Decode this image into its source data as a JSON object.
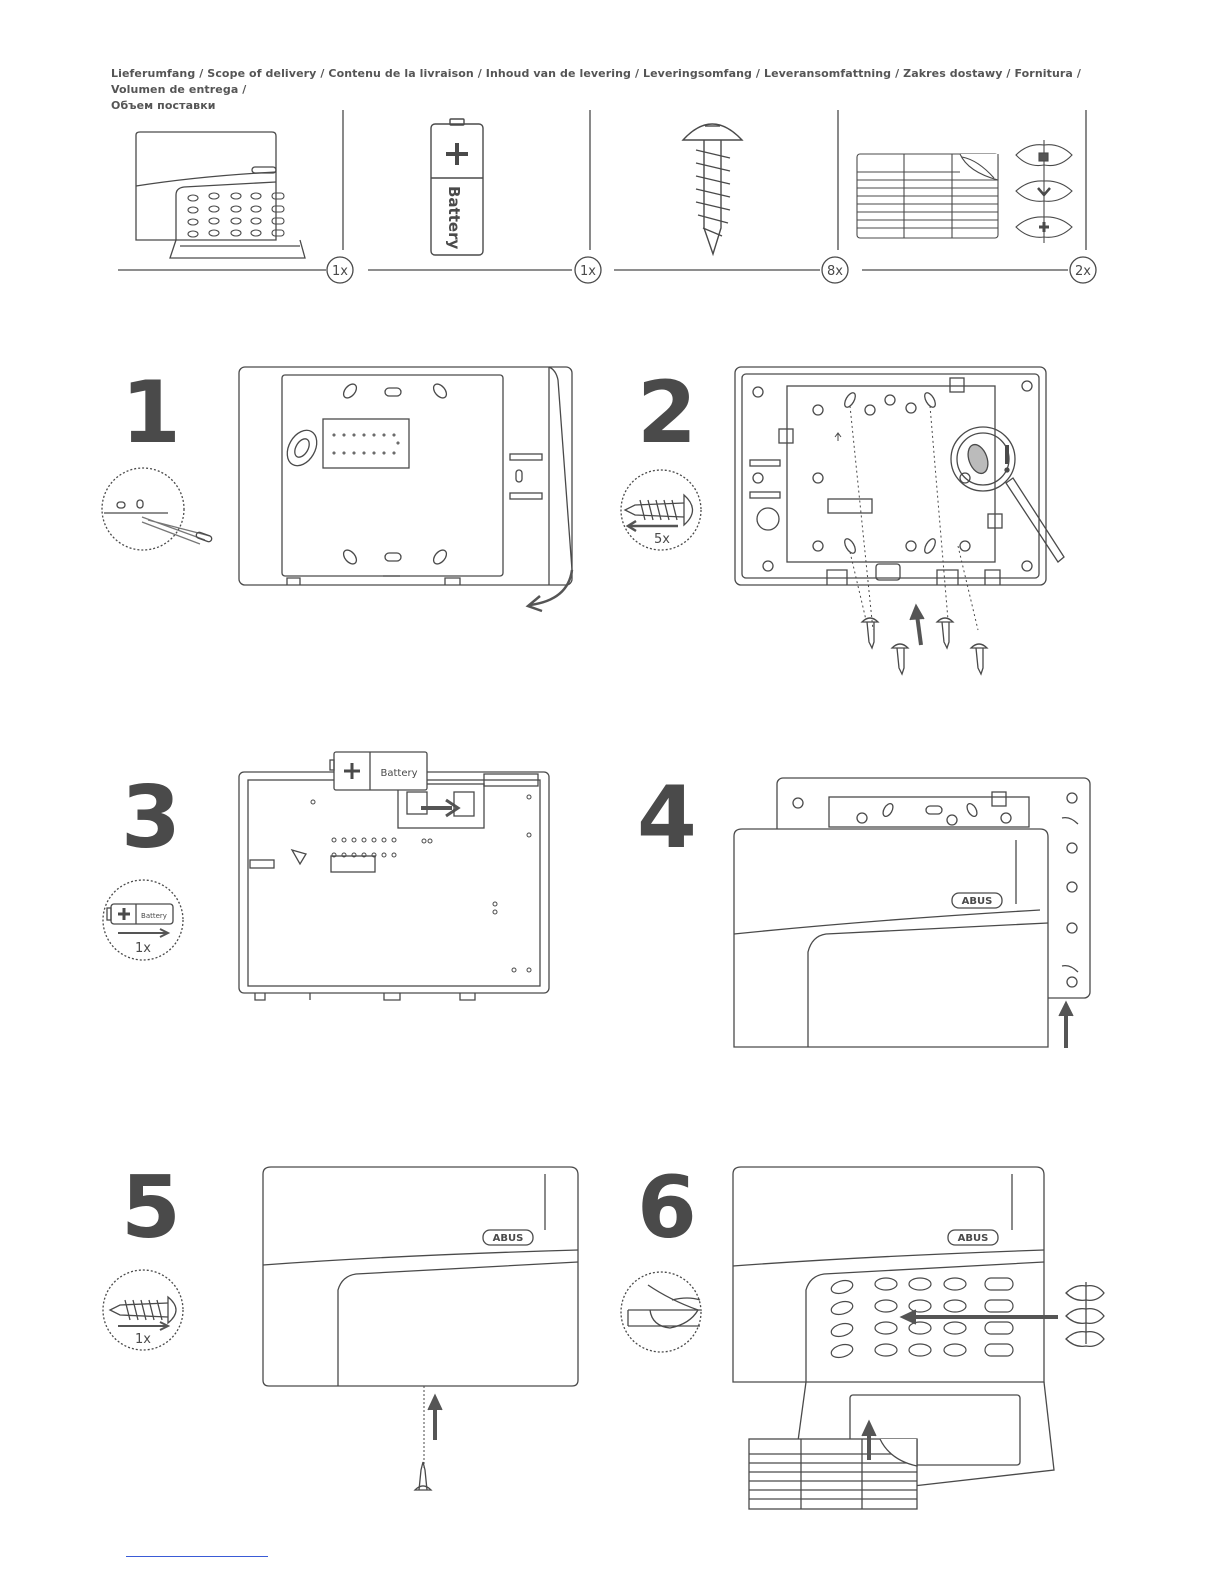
{
  "header": {
    "line1": "Lieferumfang / Scope of delivery / Contenu de la livraison / Inhoud van de levering / Leveringsomfang / Leveransomfattning / Zakres dostawy / Fornitura / Volumen de entrega /",
    "line2": "Объем поставки"
  },
  "delivery": {
    "items": [
      {
        "count": "1x"
      },
      {
        "count": "1x",
        "battery_label": "Battery"
      },
      {
        "count": "8x"
      },
      {
        "count": "2x"
      }
    ]
  },
  "steps": [
    {
      "number": "1"
    },
    {
      "number": "2",
      "detail_count": "5x"
    },
    {
      "number": "3",
      "detail_label": "Battery",
      "detail_count": "1x",
      "battery_label": "Battery"
    },
    {
      "number": "4"
    },
    {
      "number": "5",
      "detail_count": "1x"
    },
    {
      "number": "6"
    }
  ],
  "brand": {
    "logo": "ABUS"
  },
  "colors": {
    "line": "#4a4a4a",
    "arrow": "#555555",
    "link": "#3a5bd6"
  }
}
